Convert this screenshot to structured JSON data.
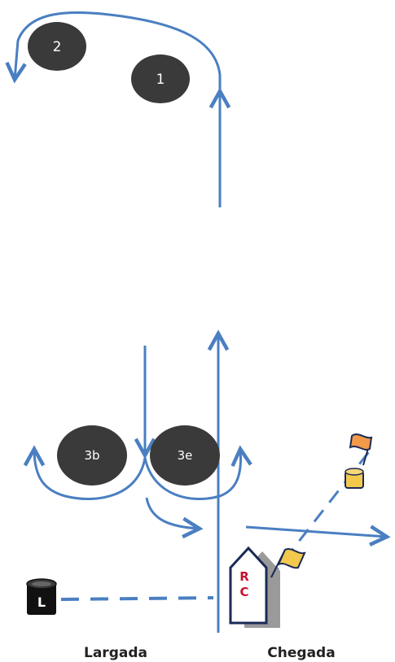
{
  "marks": {
    "mark_1": "1",
    "mark_2": "2",
    "mark_3b": "3b",
    "mark_3e": "3e"
  },
  "start_buoy": "L",
  "committee_boat": {
    "line1": "R",
    "line2": "C"
  },
  "labels": {
    "start": "Largada",
    "finish": "Chegada"
  },
  "colors": {
    "course_line": "#4a7fc1",
    "mark_fill": "#3a3a3a",
    "flag_yellow": "#f2c94c",
    "flag_orange": "#f2994a",
    "rc_text": "#c8102e"
  }
}
